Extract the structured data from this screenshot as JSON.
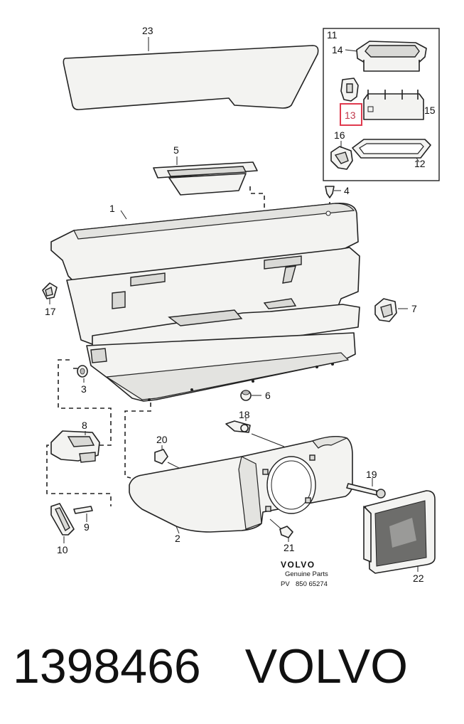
{
  "callouts": {
    "c1": "1",
    "c2": "2",
    "c3": "3",
    "c4": "4",
    "c5": "5",
    "c6": "6",
    "c7": "7",
    "c8": "8",
    "c9": "9",
    "c10": "10",
    "c11": "11",
    "c12": "12",
    "c13": "13",
    "c14": "14",
    "c15": "15",
    "c16": "16",
    "c17": "17",
    "c18": "18",
    "c19": "19",
    "c20": "20",
    "c21": "21",
    "c22": "22",
    "c23": "23"
  },
  "highlight": {
    "callout": "13",
    "color": "#e03a4e"
  },
  "brand": {
    "logo": "VOLVO",
    "subtitle": "Genuine Parts",
    "pv": "PV",
    "pv_number": "850 65274"
  },
  "caption": {
    "part_number": "1398466",
    "make": "VOLVO"
  }
}
